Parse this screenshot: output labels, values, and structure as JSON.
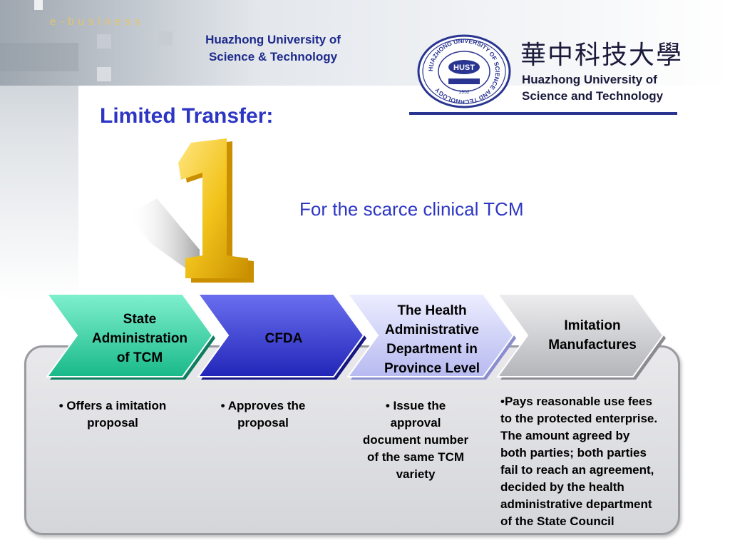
{
  "banner": {
    "ebusiness": "e-business",
    "ebusiness_sub": "…"
  },
  "university_small": {
    "line1": "Huazhong University of",
    "line2": "Science & Technology"
  },
  "logo": {
    "chinese_name": "華中科技大學",
    "english_line1": "Huazhong University of",
    "english_line2": "Science and Technology",
    "seal_ring_text": "HUAZHONG UNIVERSITY OF SCIENCE AND TECHNOLOGY",
    "seal_center": "HUST",
    "seal_year": "1952"
  },
  "slide": {
    "title": "Limited Transfer:",
    "subtitle": "For the scarce clinical TCM",
    "numeral": "1"
  },
  "steps": [
    {
      "label_lines": [
        "State",
        "Administration",
        "of TCM"
      ],
      "color": "#2ad3a0",
      "desc_lines": [
        "• Offers a imitation",
        "proposal"
      ]
    },
    {
      "label_lines": [
        "CFDA"
      ],
      "color": "#3b3fd6",
      "desc_lines": [
        "• Approves the",
        "proposal"
      ]
    },
    {
      "label_lines": [
        "The Health",
        "Administrative",
        "Department in",
        "Province Level"
      ],
      "color": "#c7c9f3",
      "desc_lines": [
        "• Issue the",
        "approval",
        "document number",
        "of the same TCM",
        "variety"
      ]
    },
    {
      "label_lines": [
        "Imitation",
        "Manufactures"
      ],
      "color": "#c9c9cc",
      "desc_lines": [
        "•Pays reasonable use fees",
        "to the protected enterprise.",
        "The amount agreed by",
        "both parties; both parties",
        "fail to reach an agreement,",
        "decided by the health",
        "administrative department",
        "of the State Council"
      ]
    }
  ],
  "colors": {
    "title_blue": "#2d36c4",
    "navy": "#1e2a8c",
    "gold": "#f2c31b"
  }
}
